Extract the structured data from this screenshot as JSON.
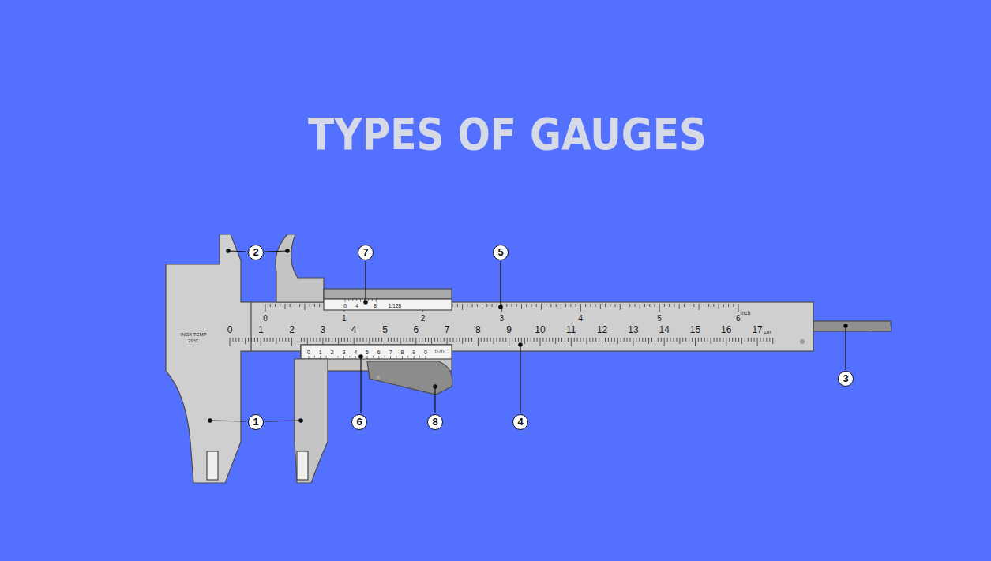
{
  "diagram": {
    "title": "TYPES OF GAUGES",
    "labels": [
      "1",
      "2",
      "3",
      "4",
      "5",
      "6",
      "7",
      "8",
      "INOX TEMP",
      "20°C",
      "0",
      "1",
      "2",
      "3",
      "4",
      "5",
      "6",
      "7",
      "8",
      "9",
      "10",
      "11",
      "12",
      "13",
      "14",
      "15",
      "16",
      "17",
      "cm",
      "0",
      "1",
      "2",
      "3",
      "4",
      "5",
      "6",
      "inch",
      "0",
      "4",
      "8",
      "1/128",
      "0",
      "1",
      "2",
      "3",
      "4",
      "5",
      "6",
      "7",
      "8",
      "9",
      "0",
      "1/20"
    ]
  }
}
